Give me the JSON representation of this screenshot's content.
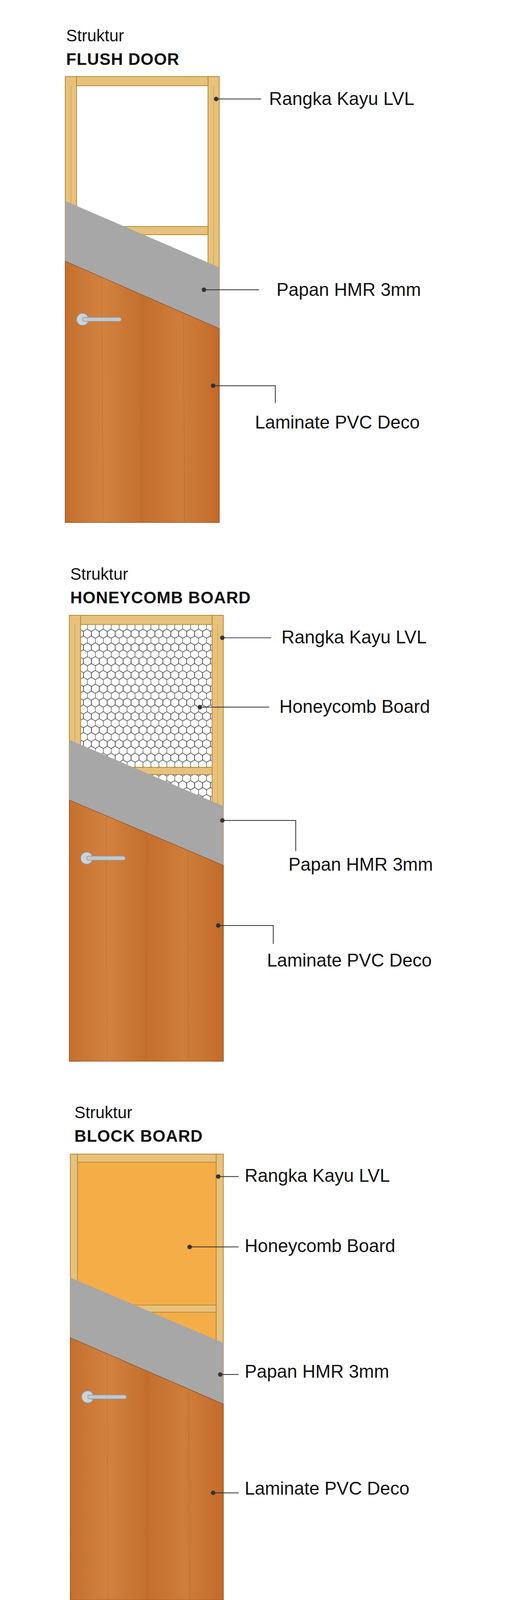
{
  "diagram": {
    "labels": [
      "Struktur",
      "FLUSH DOOR",
      "Rangka Kayu LVL",
      "Papan HMR 3mm",
      "Laminate PVC Deco",
      "Struktur",
      "HONEYCOMB BOARD",
      "Rangka Kayu LVL",
      "Honeycomb Board",
      "Papan HMR 3mm",
      "Laminate PVC Deco",
      "Struktur",
      "BLOCK BOARD",
      "Rangka Kayu LVL",
      "Honeycomb Board",
      "Papan HMR 3mm",
      "Laminate PVC Deco"
    ]
  }
}
